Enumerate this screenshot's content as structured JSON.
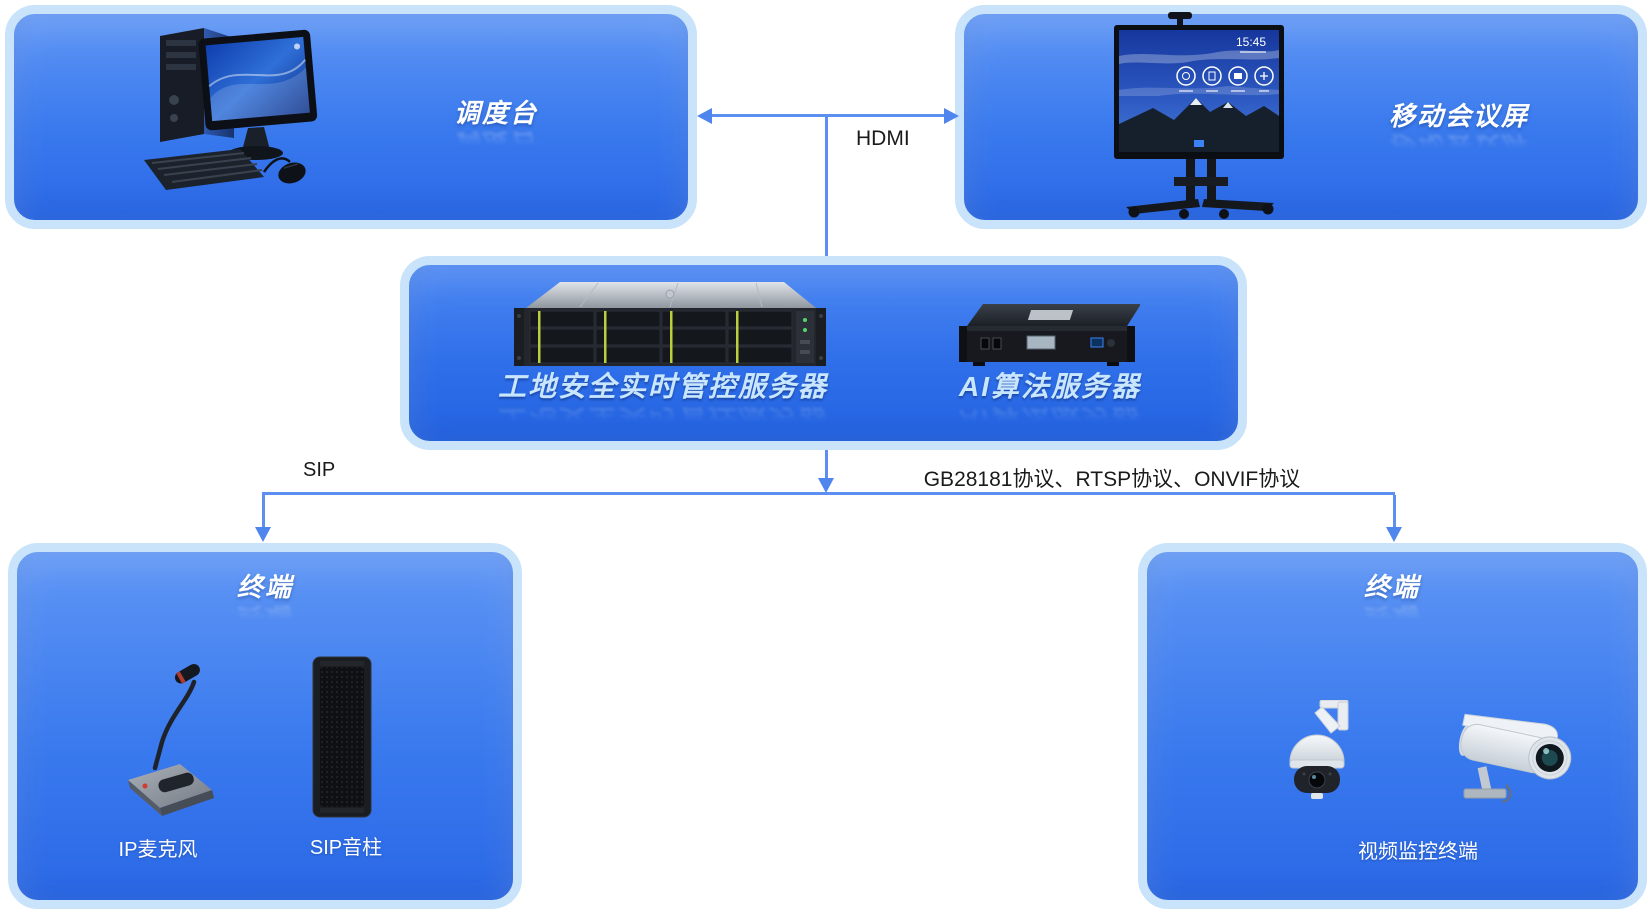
{
  "diagram": {
    "nodes": {
      "dispatch": {
        "title": "调度台"
      },
      "conference": {
        "title": "移动会议屏",
        "screen_time": "15:45"
      },
      "servers": {
        "main_server_label": "工地安全实时管控服务器",
        "ai_server_label": "AI算法服务器"
      },
      "terminal_left": {
        "title": "终端",
        "mic_label": "IP麦克风",
        "speaker_label": "SIP音柱"
      },
      "terminal_right": {
        "title": "终端",
        "camera_label": "视频监控终端"
      }
    },
    "connections": {
      "hdmi_label": "HDMI",
      "sip_label": "SIP",
      "protocol_label": "GB28181协议、RTSP协议、ONVIF协议"
    },
    "colors": {
      "box_fill_top": "#5f96f5",
      "box_fill_bottom": "#2a68e6",
      "box_border": "#c9e3fb",
      "connector": "#5d8ff1",
      "label_text": "#1a1a1a",
      "title_text": "#ffffff",
      "server_title_text": "#c9e6ff"
    }
  }
}
